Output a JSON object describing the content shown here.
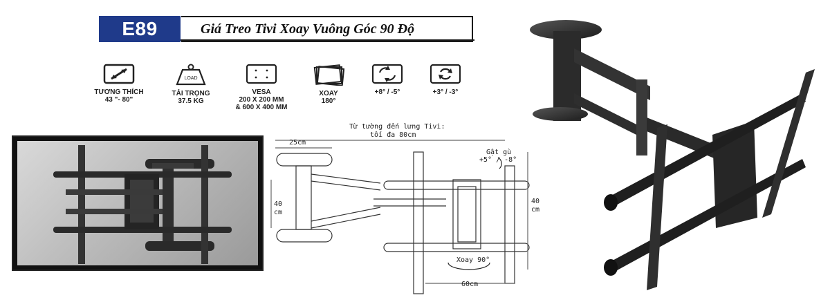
{
  "header": {
    "model": "E89",
    "title": "Giá Treo Tivi  Xoay  Vuông Góc 90 Độ"
  },
  "specs": [
    {
      "icon": "tv-size-icon",
      "label": "TƯƠNG THÍCH\n43 \"- 80\""
    },
    {
      "icon": "load-weight-icon",
      "icon_text": "LOAD",
      "label": "TẢI TRỌNG\n37.5 KG"
    },
    {
      "icon": "vesa-icon",
      "label": "VESA\n200 X 200 MM\n& 600 X 400 MM"
    },
    {
      "icon": "swivel-icon",
      "label": "XOAY\n180°"
    },
    {
      "icon": "tilt-icon",
      "label": "+8° / -5°"
    },
    {
      "icon": "rotate-icon",
      "label": "+3° / -3°"
    }
  ],
  "diagram": {
    "depth_label_line1": "Từ tường đến lưng Tivi:",
    "depth_label_line2": "tối đa 80cm",
    "arm_width": "25cm",
    "tilt_label_line1": "Gật gù",
    "tilt_label_line2": "+5° / -8°",
    "height_left_line1": "40",
    "height_left_line2": "cm",
    "height_right_line1": "40",
    "height_right_line2": "cm",
    "rotate_label": "Xoay 90°",
    "width_label": "60cm"
  }
}
